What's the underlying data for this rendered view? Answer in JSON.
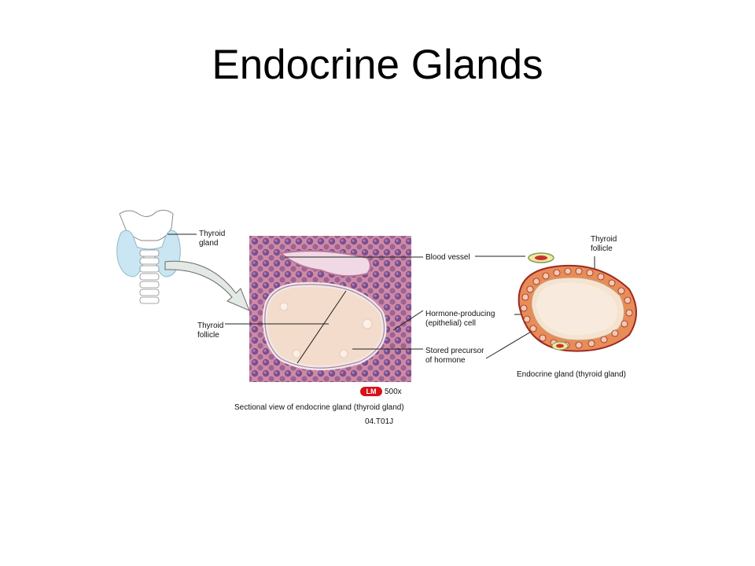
{
  "title": "Endocrine Glands",
  "labels": {
    "thyroid_gland": [
      "Thyroid",
      "gland"
    ],
    "thyroid_follicle_left": [
      "Thyroid",
      "follicle"
    ],
    "blood_vessel": "Blood vessel",
    "hormone_cell": [
      "Hormone-producing",
      "(epithelial) cell"
    ],
    "stored_precursor": [
      "Stored precursor",
      "of hormone"
    ],
    "thyroid_follicle_right": [
      "Thyroid",
      "follicle"
    ]
  },
  "magnification": {
    "badge": "LM",
    "value": "500x"
  },
  "captions": {
    "sectional": "Sectional view of endocrine gland (thyroid gland)",
    "figure_code": "04.T01J",
    "endocrine": "Endocrine gland (thyroid gland)"
  },
  "colors": {
    "thyroid_blue": "#c9e6f2",
    "cartilage_fill": "#ffffff",
    "tissue_pink": "#d08aa6",
    "nucleus_purple": "#7a4f8e",
    "colloid": "#f3dccb",
    "cell_orange": "#e88c58",
    "cell_red": "#c8322c",
    "vessel_yellow": "#f5e7a2",
    "arrow_gray": "#e3e9e4"
  }
}
